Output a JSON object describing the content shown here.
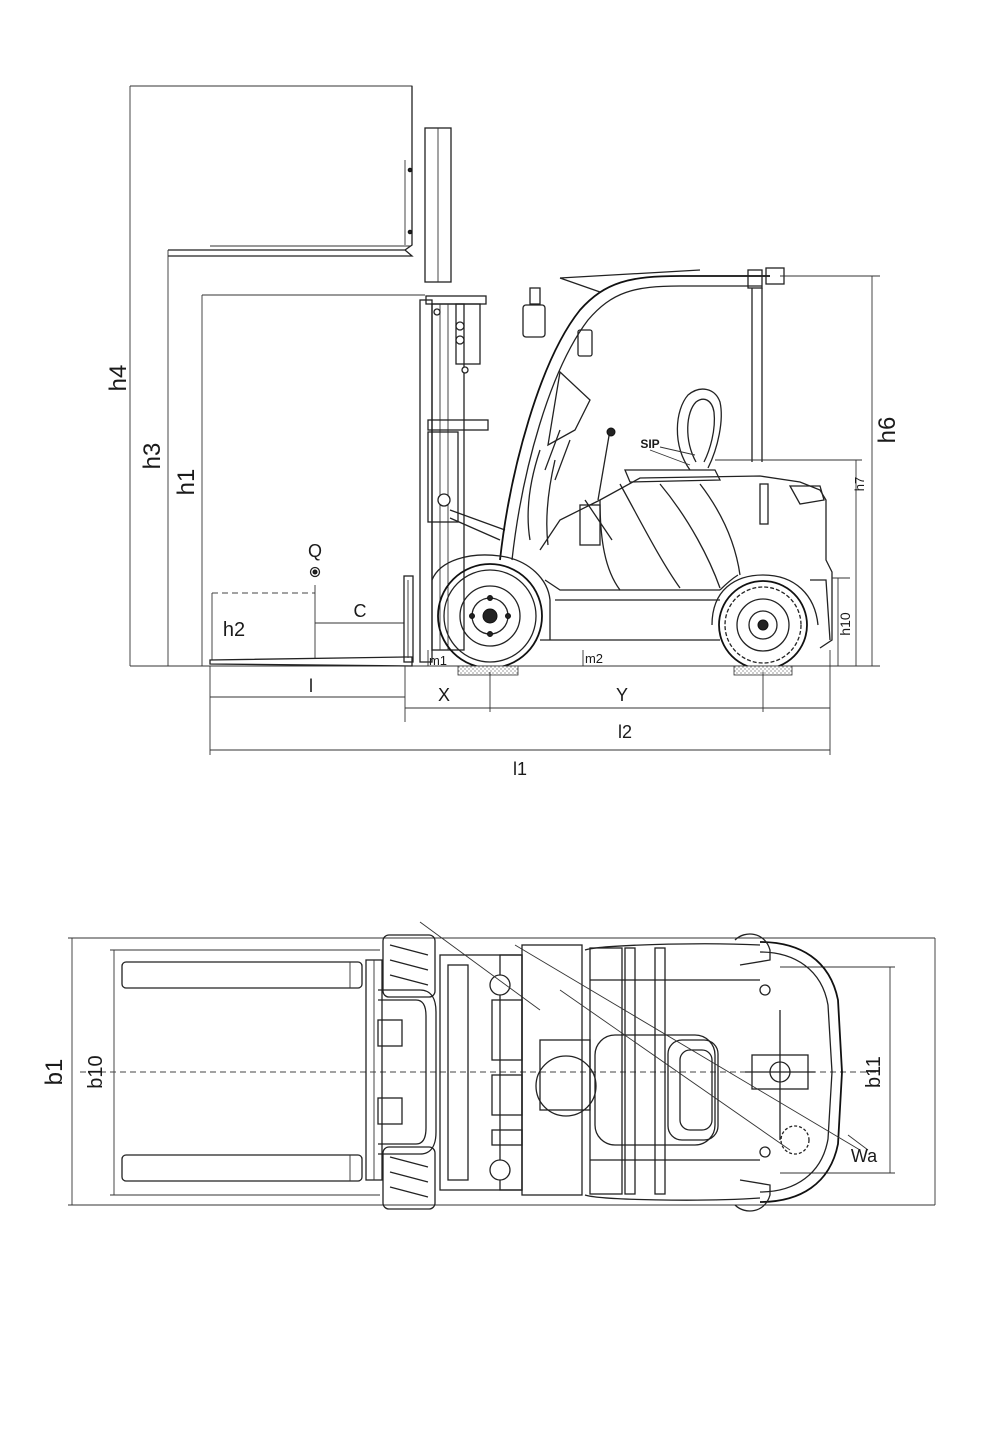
{
  "side_view": {
    "labels": {
      "h4": "h4",
      "h3": "h3",
      "h1": "h1",
      "h2": "h2",
      "h6": "h6",
      "h7": "h7",
      "h10": "h10",
      "Q": "Q",
      "C": "C",
      "m1": "m1",
      "m2": "m2",
      "SIP": "SIP",
      "l": "l",
      "X": "X",
      "Y": "Y",
      "l2": "l2",
      "l1": "l1"
    }
  },
  "top_view": {
    "labels": {
      "b1": "b1",
      "b10": "b10",
      "b11": "b11",
      "Wa": "Wa"
    }
  }
}
